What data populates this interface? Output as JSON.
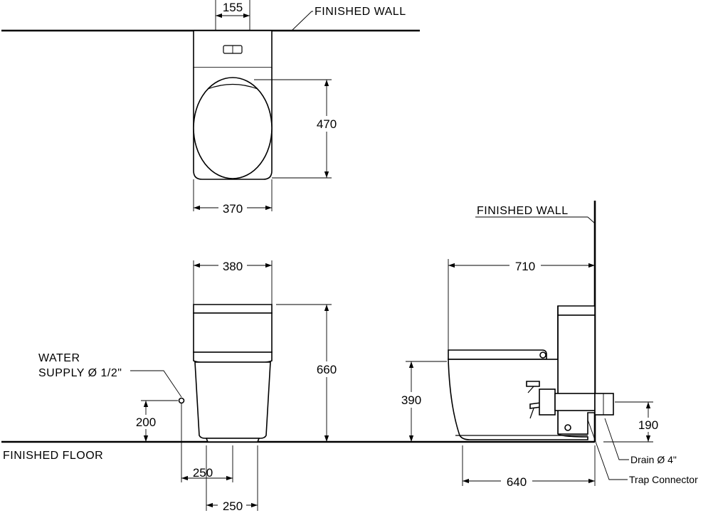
{
  "labels": {
    "finished_wall_top": "FINISHED  WALL",
    "finished_wall_side": "FINISHED  WALL",
    "finished_floor": "FINISHED  FLOOR",
    "water_supply_line1": "WATER",
    "water_supply_line2": "SUPPLY Ø 1/2\"",
    "drain": "Drain Ø 4\"",
    "trap_connector": "Trap Connector"
  },
  "dimensions": {
    "tank_width_top": "155",
    "seat_length": "470",
    "seat_width": "370",
    "front_width": "380",
    "total_height": "660",
    "supply_height": "200",
    "base_width_1": "250",
    "base_width_2": "250",
    "total_depth": "710",
    "seat_height": "390",
    "drain_height": "190",
    "wall_to_front": "640"
  }
}
